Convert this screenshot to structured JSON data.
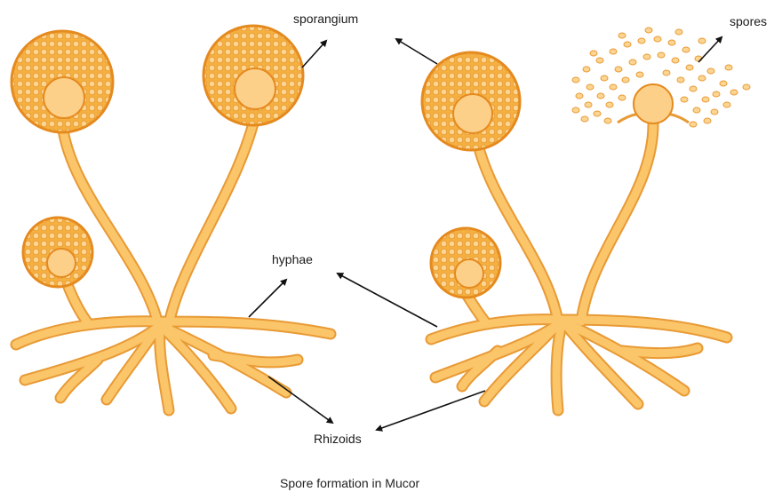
{
  "labels": {
    "sporangium": "sporangium",
    "spores": "spores",
    "hyphae": "hyphae",
    "rhizoids": "Rhizoids"
  },
  "caption": "Spore formation in Mucor",
  "colors": {
    "hypha_fill": "#fbc56a",
    "hypha_stroke": "#e89a35",
    "sporangium_fill": "#f8b94a",
    "sporangium_stroke": "#e58a1e",
    "spore_fill": "#fcd592",
    "columella_fill": "#fdd08a",
    "arrow": "#111111"
  }
}
